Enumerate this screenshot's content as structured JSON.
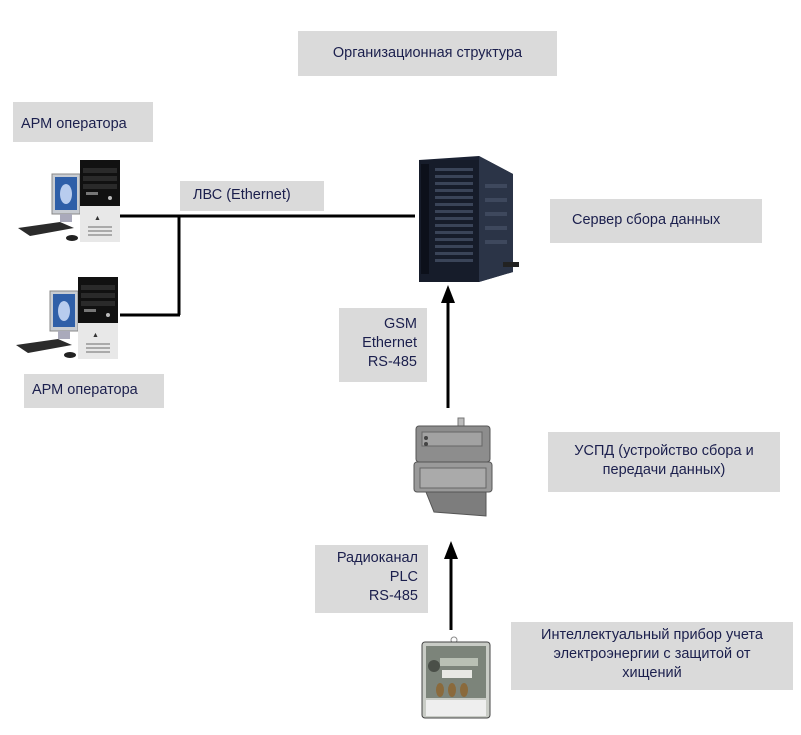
{
  "title": "Организационная структура",
  "nodes": {
    "operator_1": {
      "label": "АРМ оператора",
      "icon": "desktop-computer-icon"
    },
    "operator_2": {
      "label": "АРМ оператора",
      "icon": "desktop-computer-icon"
    },
    "server": {
      "label": "Сервер сбора данных",
      "icon": "server-tower-icon"
    },
    "uspd": {
      "label_lines": [
        "УСПД (устройство сбора и",
        "передачи данных)"
      ],
      "icon": "data-collector-device-icon"
    },
    "meter": {
      "label_lines": [
        "Интеллектуальный прибор учета",
        "электроэнергии с защитой от",
        "хищений"
      ],
      "icon": "smart-meter-icon"
    }
  },
  "links": {
    "lan": {
      "label": "ЛВС (Ethernet)"
    },
    "uspd_to_server": {
      "label_lines": [
        "GSM",
        "Ethernet",
        "RS-485"
      ]
    },
    "meter_to_uspd": {
      "label_lines": [
        "Радиоканал",
        "PLC",
        "RS-485"
      ]
    }
  }
}
